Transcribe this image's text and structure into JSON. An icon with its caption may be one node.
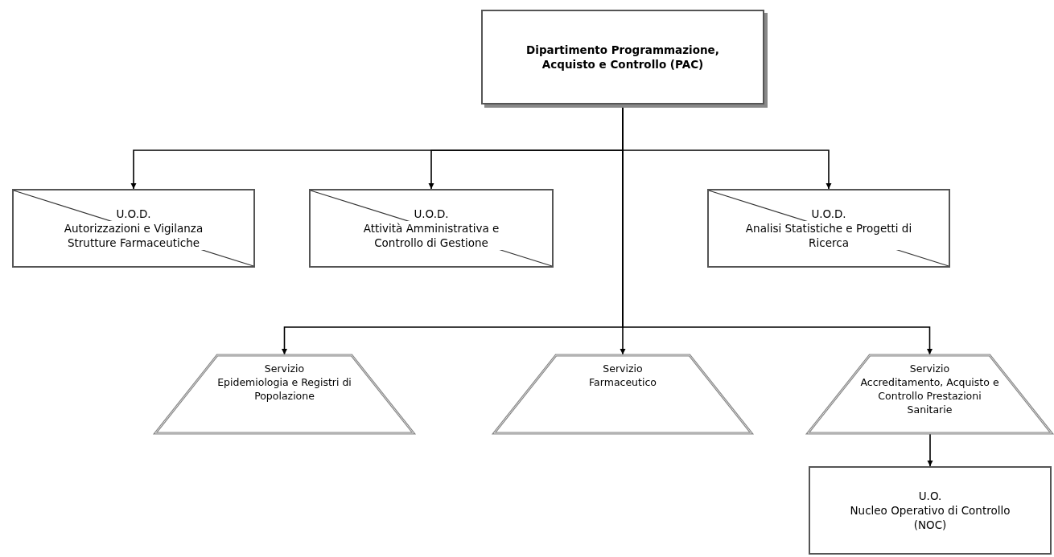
{
  "diagram": {
    "nodes": [
      {
        "text": [
          "Dipartimento Programmazione, Acquisto e Controllo (PAC)"
        ]
      },
      {
        "text": [
          "U.O.D.",
          "Autorizzazioni e Vigilanza Strutture Farmaceutiche"
        ]
      },
      {
        "text": [
          "U.O.D.",
          "Attività Amministrativa e Controllo di Gestione"
        ]
      },
      {
        "text": [
          "U.O.D.",
          "Analisi Statistiche e Progetti di Ricerca"
        ]
      },
      {
        "text": [
          "Servizio",
          "Epidemiologia e Registri di Popolazione"
        ]
      },
      {
        "text": [
          "Servizio",
          "Farmaceutico"
        ]
      },
      {
        "text": [
          "Servizio",
          "Accreditamento, Acquisto e Controllo Prestazioni Sanitarie"
        ]
      },
      {
        "text": [
          "U.O.",
          "Nucleo Operativo di Controllo (NOC)"
        ]
      }
    ],
    "edges": [
      {
        "from": 0,
        "to": 1,
        "arrow": "to"
      },
      {
        "from": 0,
        "to": 2,
        "arrow": "to"
      },
      {
        "from": 0,
        "to": 3,
        "arrow": "to"
      },
      {
        "from": 0,
        "to": 4,
        "arrow": "to"
      },
      {
        "from": 0,
        "to": 5,
        "arrow": "to"
      },
      {
        "from": 0,
        "to": 6,
        "arrow": "to"
      },
      {
        "from": 6,
        "to": 7,
        "arrow": "to"
      }
    ]
  }
}
